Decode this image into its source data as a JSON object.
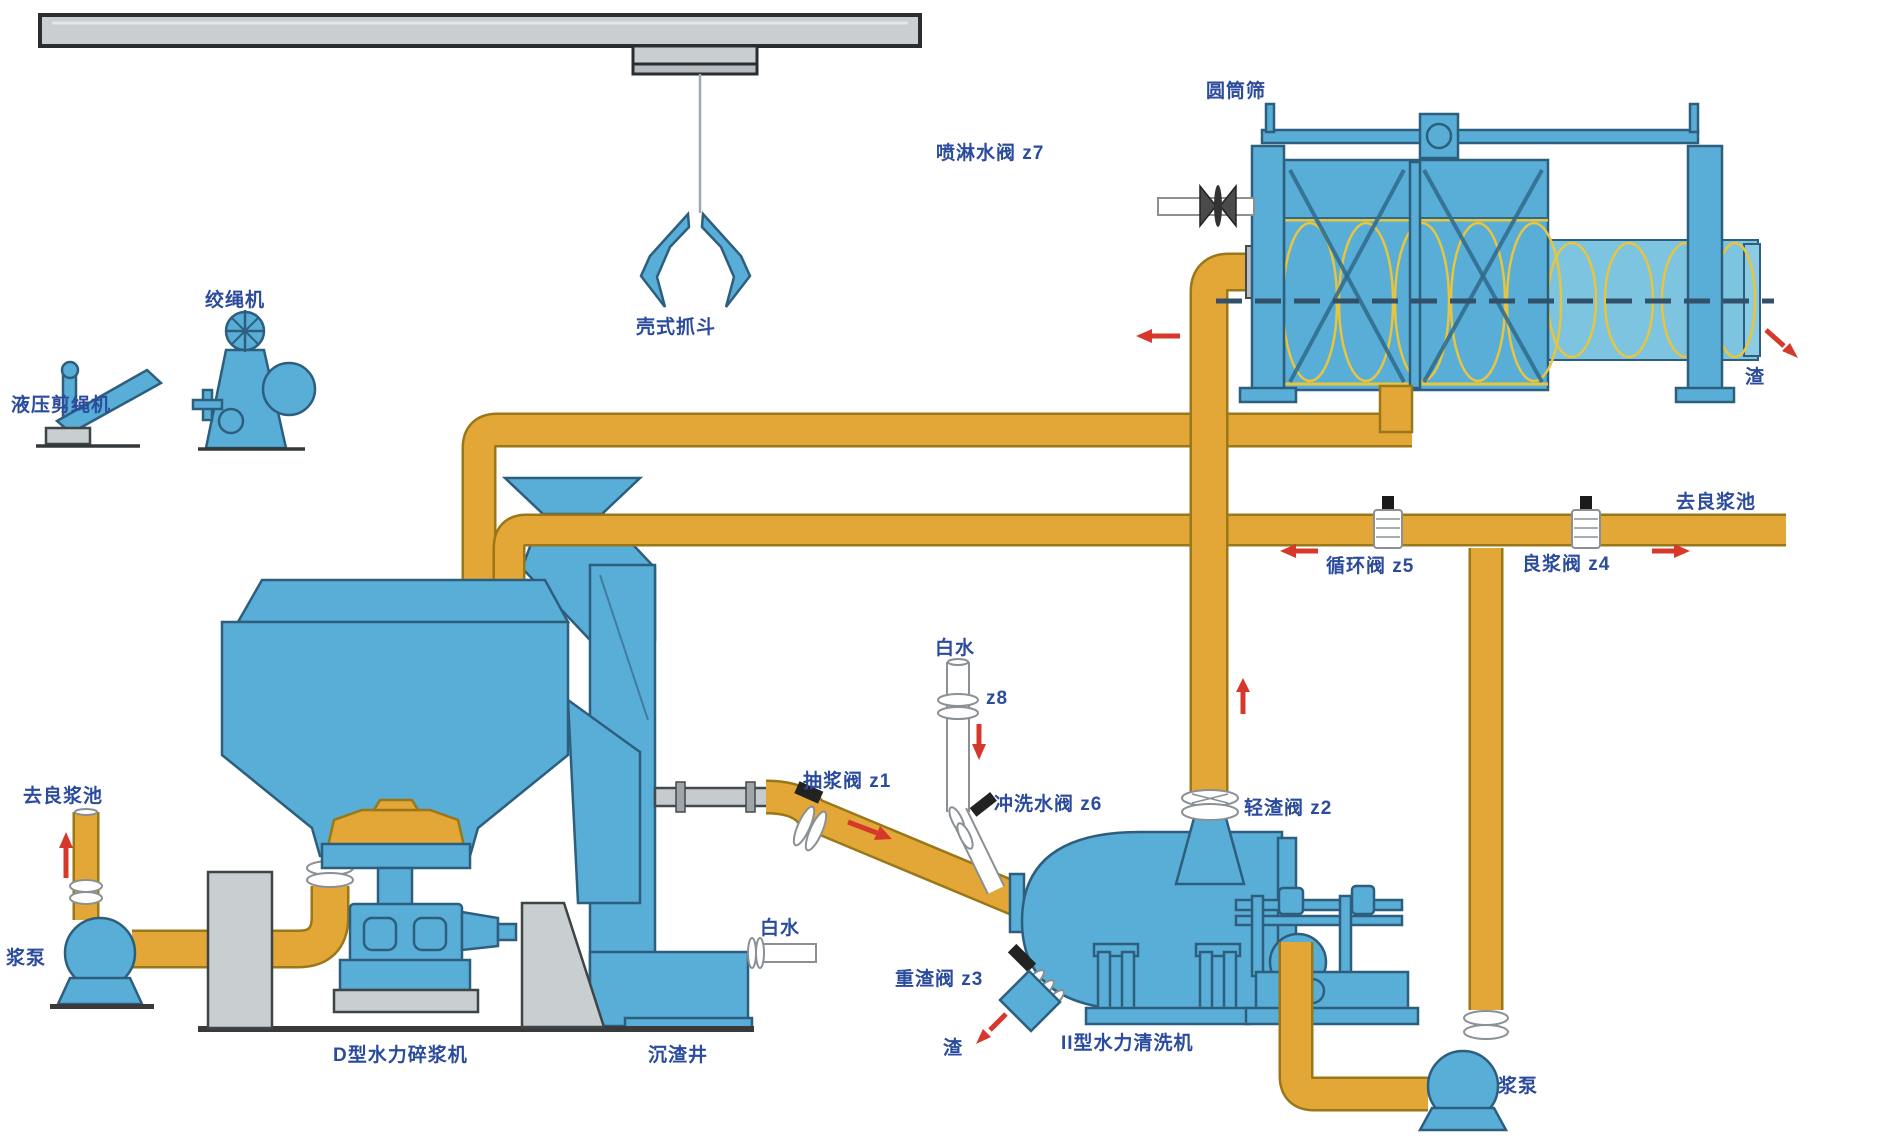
{
  "labels": {
    "drum_screen": "圆筒筛",
    "spray_valve": "喷淋水阀 z7",
    "slag_drum": "渣",
    "to_good_pulp_right": "去良浆池",
    "good_pulp_valve": "良浆阀 z4",
    "circulation_valve": "循环阀 z5",
    "light_slag_valve": "轻渣阀 z2",
    "flush_valve": "冲洗水阀 z6",
    "suction_valve": "抽浆阀 z1",
    "white_water_top": "白水",
    "z8_valve": "z8",
    "white_water_well": "白水",
    "heavy_slag_valve": "重渣阀 z3",
    "slag_cleaner": "渣",
    "cleaner": "II型水力清洗机",
    "pump_right": "浆泵",
    "pulper": "D型水力碎浆机",
    "well": "沉渣井",
    "to_good_pulp_left": "去良浆池",
    "pump_left": "浆泵",
    "winch": "绞绳机",
    "rope_cutter": "液压剪绳机",
    "grab": "壳式抓斗"
  },
  "colors": {
    "machine_blue": "#58AED6",
    "machine_blue_light": "#7CC4E0",
    "outline": "#2E5E7E",
    "pipe_yellow": "#E2A737",
    "pipe_dark": "#9A7718",
    "helix_yellow": "#E8C53F",
    "structure_gray": "#C9CED1",
    "arrow_red": "#D6392B",
    "label_blue": "#2B4B9C"
  }
}
